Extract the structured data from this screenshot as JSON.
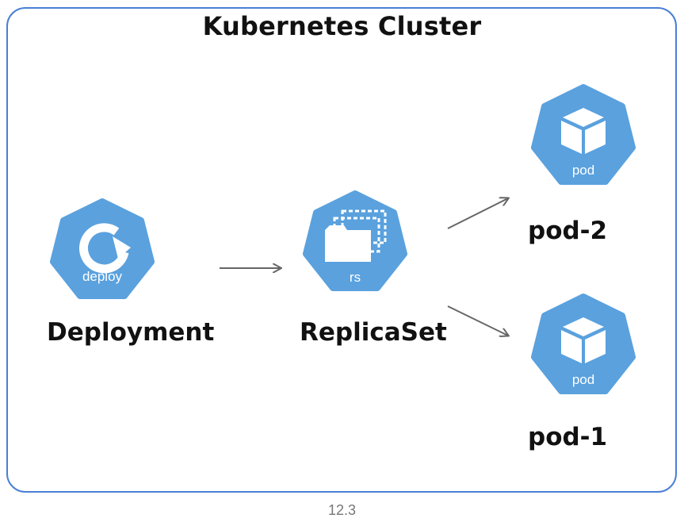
{
  "diagram": {
    "title": "Kubernetes Cluster",
    "figure_number": "12.3",
    "accent_color": "#5aa1de",
    "frame_color": "#4a7fd6",
    "nodes": {
      "deployment": {
        "icon": "deploy-icon",
        "icon_label": "deploy",
        "label": "Deployment"
      },
      "replicaset": {
        "icon": "replicaset-icon",
        "icon_label": "rs",
        "label": "ReplicaSet"
      },
      "pod2": {
        "icon": "pod-icon",
        "icon_label": "pod",
        "label": "pod-2"
      },
      "pod1": {
        "icon": "pod-icon",
        "icon_label": "pod",
        "label": "pod-1"
      }
    },
    "edges": [
      {
        "from": "Deployment",
        "to": "ReplicaSet"
      },
      {
        "from": "ReplicaSet",
        "to": "pod-2"
      },
      {
        "from": "ReplicaSet",
        "to": "pod-1"
      }
    ]
  }
}
